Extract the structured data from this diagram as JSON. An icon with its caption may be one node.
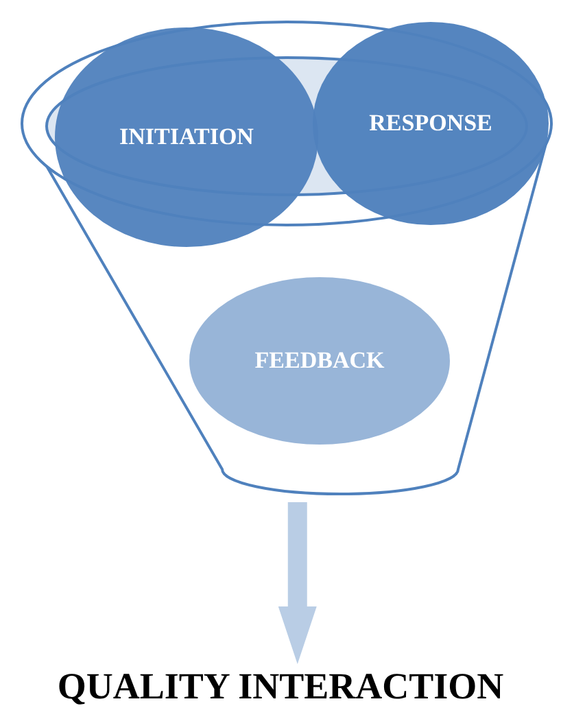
{
  "diagram": {
    "nodes": [
      {
        "text": [],
        "shape": "funnel"
      },
      {
        "text": [
          "INITIATION"
        ]
      },
      {
        "text": [
          "RESPONSE"
        ]
      },
      {
        "text": [
          "FEEDBACK"
        ],
        "in": 0
      },
      {
        "text": [
          "QUALITY INTERACTION"
        ]
      }
    ],
    "edges": [
      {
        "from": 0,
        "to": 4,
        "arrow": "to"
      }
    ]
  }
}
